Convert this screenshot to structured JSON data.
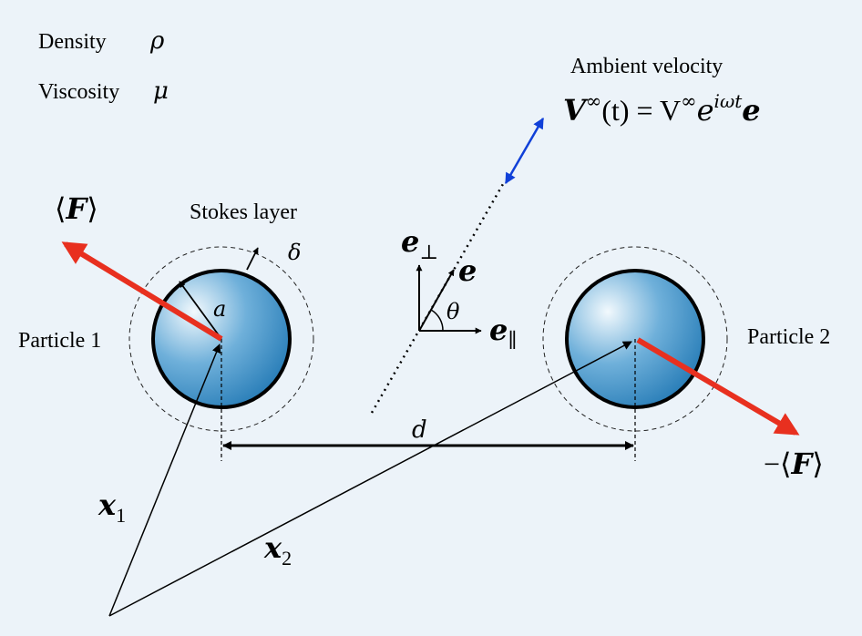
{
  "colors": {
    "background": "#ecf3f9",
    "sphere_light": "#f2f9fd",
    "sphere_mid": "#6fb0da",
    "sphere_dark": "#1d75b2",
    "force_arrow": "#e8301f",
    "ambient_arrow": "#1040d8"
  },
  "properties": {
    "density_label": "Density",
    "density_symbol": "ρ",
    "viscosity_label": "Viscosity",
    "viscosity_symbol": "μ"
  },
  "ambient": {
    "title": "Ambient velocity",
    "eq_V": "V",
    "eq_inf": "∞",
    "eq_t": "(t) = V",
    "eq_inf2": "∞",
    "eq_e": "e",
    "eq_exp": "iωt",
    "eq_vec": "e"
  },
  "labels": {
    "force_open": "⟨",
    "force_F": "F",
    "force_close": "⟩",
    "neg_force_minus": "−⟨",
    "neg_force_F": "F",
    "neg_force_close": "⟩",
    "stokes_layer": "Stokes layer",
    "delta": "δ",
    "radius": "a",
    "particle1": "Particle 1",
    "particle2": "Particle 2",
    "distance": "d",
    "x1": "x",
    "x1_sub": "1",
    "x2": "x",
    "x2_sub": "2",
    "e_perp": "e",
    "e_perp_sub": "⊥",
    "e": "e",
    "theta": "θ",
    "e_par": "e",
    "e_par_sub": "∥"
  }
}
